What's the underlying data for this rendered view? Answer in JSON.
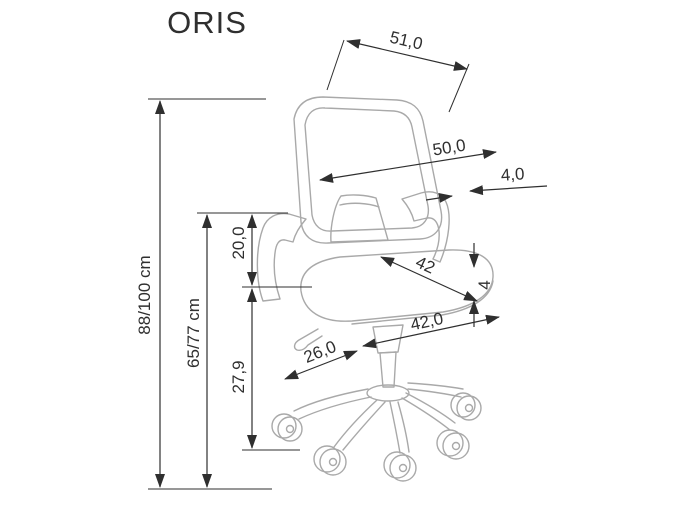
{
  "title": "ORIS",
  "dims": {
    "overall_depth": "51,0",
    "backrest_width": "50,0",
    "backrest_thickness": "4,0",
    "back_height": "20,0",
    "overall_height": "88/100 cm",
    "armrest_height": "65/77 cm",
    "seat_depth": "42",
    "seat_thickness": "4",
    "seat_width": "42,0",
    "lever_length": "26,0",
    "under_seat_height": "27,9"
  },
  "colors": {
    "dimension_lines": "#2f2f2f",
    "chair_outline": "#a9a9a9",
    "background": "#ffffff"
  }
}
